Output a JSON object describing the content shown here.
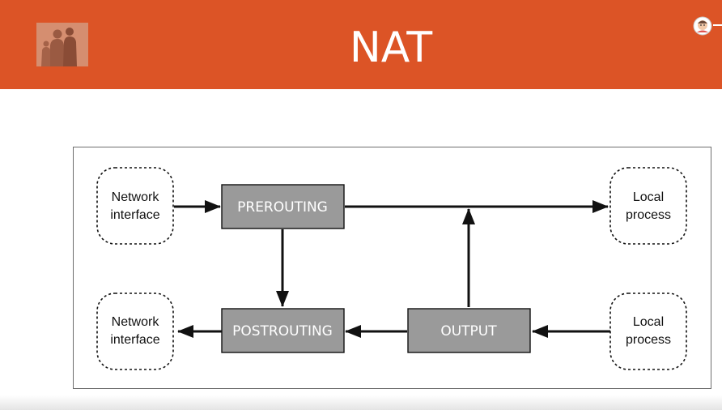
{
  "slide": {
    "title": "NAT"
  },
  "diagram": {
    "nodes": {
      "network_in": [
        "Network",
        "interface"
      ],
      "prerouting": "PREROUTING",
      "local_in": [
        "Local",
        "process"
      ],
      "network_out": [
        "Network",
        "interface"
      ],
      "postrouting": "POSTROUTING",
      "output": "OUTPUT",
      "local_out": [
        "Local",
        "process"
      ]
    },
    "edges": [
      {
        "from": "network_in",
        "to": "prerouting"
      },
      {
        "from": "prerouting",
        "to": "local_in"
      },
      {
        "from": "prerouting",
        "to": "postrouting"
      },
      {
        "from": "output",
        "to": "local_in"
      },
      {
        "from": "local_out",
        "to": "output"
      },
      {
        "from": "output",
        "to": "postrouting"
      },
      {
        "from": "postrouting",
        "to": "network_out"
      }
    ]
  },
  "colors": {
    "header": "#dc5426",
    "chain_box": "#9a9a9a",
    "arrow": "#111111"
  },
  "icons": {
    "logo": "people-silhouette-logo",
    "avatar": "user-avatar-icon"
  }
}
